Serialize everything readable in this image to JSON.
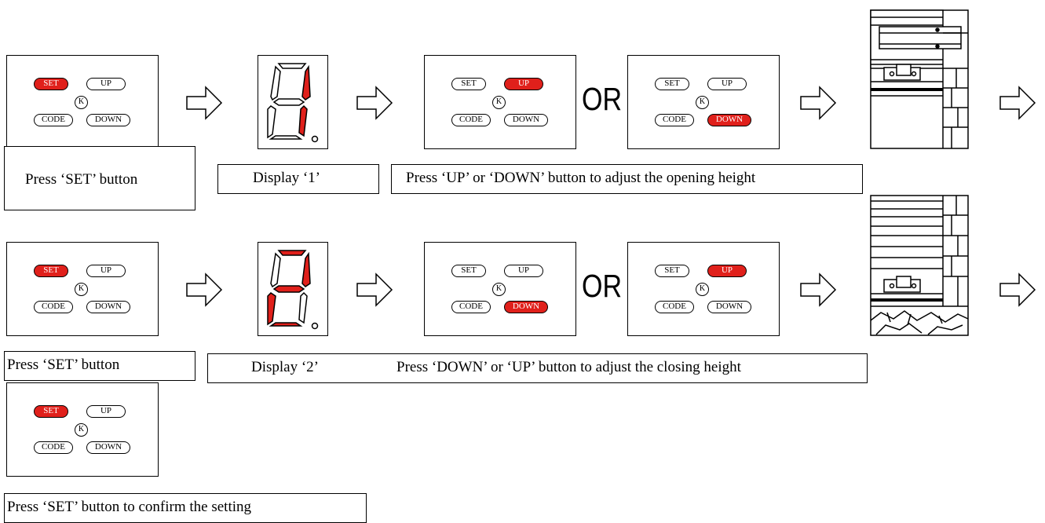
{
  "keys": {
    "set": "SET",
    "up": "UP",
    "k": "K",
    "code": "CODE",
    "down": "DOWN"
  },
  "connector": "OR",
  "captions": {
    "row1_set": "Press ‘SET’ button",
    "row1_display": "Display ‘1’",
    "row1_adjust": "Press ‘UP’ or ‘DOWN’ button to adjust the opening height",
    "row2_set": "Press ‘SET’ button",
    "row2_display": "Display ‘2’",
    "row2_adjust": "Press ‘DOWN’ or ‘UP’ button to adjust the closing height",
    "confirm": "Press ‘SET’ button to confirm the setting"
  },
  "colors": {
    "highlight": "#e0201b",
    "line": "#000000"
  },
  "icons": [
    "arrow-right-icon",
    "seven-segment-display",
    "door-open-scene",
    "door-closed-scene"
  ]
}
